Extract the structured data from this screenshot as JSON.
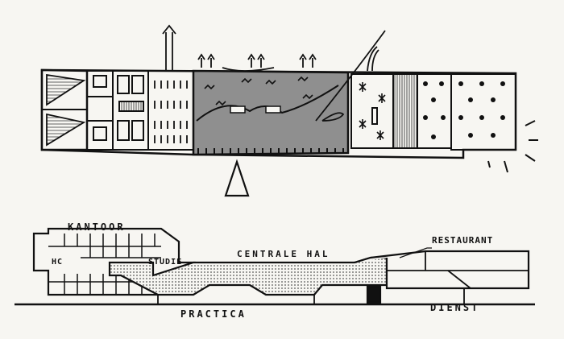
{
  "section_labels": {
    "kantoor": "KANTOOR",
    "hc": "HC",
    "studie": "STUDIE",
    "centrale_hal": "CENTRALE HAL",
    "restaurant": "RESTAURANT",
    "practica": "PRACTICA",
    "dienst": "DIENST"
  },
  "colors": {
    "ink": "#111111",
    "paper": "#f7f6f2",
    "hall_fill": "#8f8f8f",
    "hatch_fill": "#bdbdbd"
  }
}
